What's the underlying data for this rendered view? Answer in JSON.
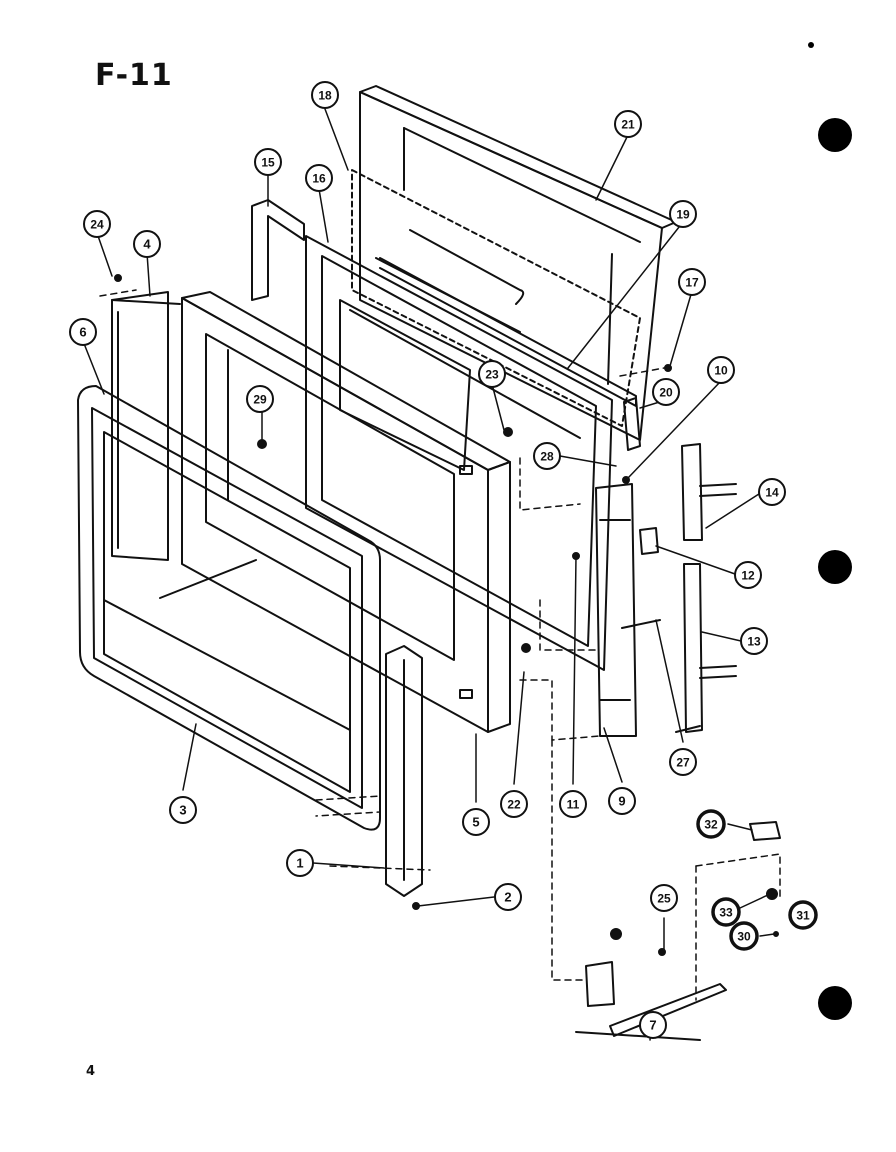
{
  "figure_label": "F-11",
  "page_number": "4",
  "callouts": [
    {
      "id": "c1",
      "label": "1"
    },
    {
      "id": "c2",
      "label": "2"
    },
    {
      "id": "c3",
      "label": "3"
    },
    {
      "id": "c4",
      "label": "4"
    },
    {
      "id": "c5",
      "label": "5"
    },
    {
      "id": "c6",
      "label": "6"
    },
    {
      "id": "c7",
      "label": "7"
    },
    {
      "id": "c9",
      "label": "9"
    },
    {
      "id": "c10",
      "label": "10"
    },
    {
      "id": "c11",
      "label": "11"
    },
    {
      "id": "c12",
      "label": "12"
    },
    {
      "id": "c13",
      "label": "13"
    },
    {
      "id": "c14",
      "label": "14"
    },
    {
      "id": "c15",
      "label": "15"
    },
    {
      "id": "c16",
      "label": "16"
    },
    {
      "id": "c17",
      "label": "17"
    },
    {
      "id": "c18",
      "label": "18"
    },
    {
      "id": "c19",
      "label": "19"
    },
    {
      "id": "c20",
      "label": "20"
    },
    {
      "id": "c21",
      "label": "21"
    },
    {
      "id": "c22",
      "label": "22"
    },
    {
      "id": "c23",
      "label": "23"
    },
    {
      "id": "c24",
      "label": "24"
    },
    {
      "id": "c25",
      "label": "25"
    },
    {
      "id": "c27",
      "label": "27"
    },
    {
      "id": "c28",
      "label": "28"
    },
    {
      "id": "c29",
      "label": "29"
    },
    {
      "id": "c30",
      "label": "30"
    },
    {
      "id": "c31",
      "label": "31"
    },
    {
      "id": "c32",
      "label": "32"
    },
    {
      "id": "c33",
      "label": "33"
    }
  ]
}
